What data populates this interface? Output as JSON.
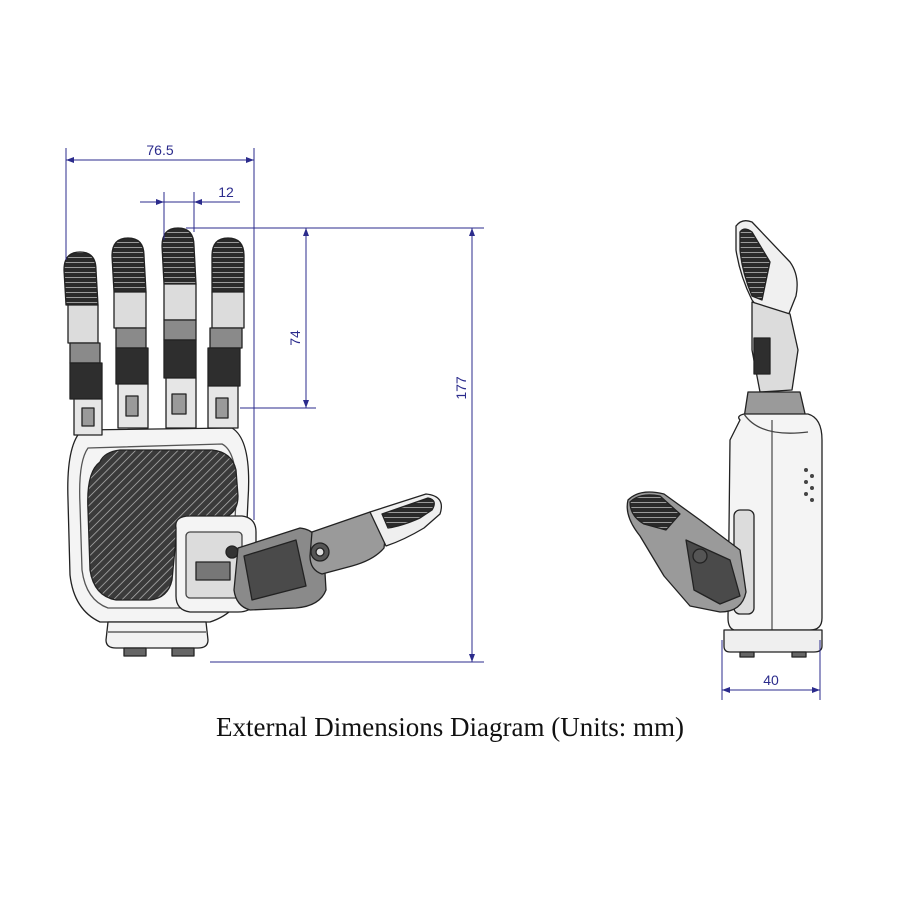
{
  "caption": "External Dimensions Diagram (Units: mm)",
  "dimensions": {
    "hand_width": "76.5",
    "finger_width": "12",
    "finger_length": "74",
    "total_height": "177",
    "side_thickness": "40"
  },
  "colors": {
    "dimension_line": "#2b2b8c",
    "outline": "#222222",
    "dark_part": "#2a2a2a",
    "light_part": "#f2f2f2",
    "mid_part": "#7a7a7a"
  }
}
